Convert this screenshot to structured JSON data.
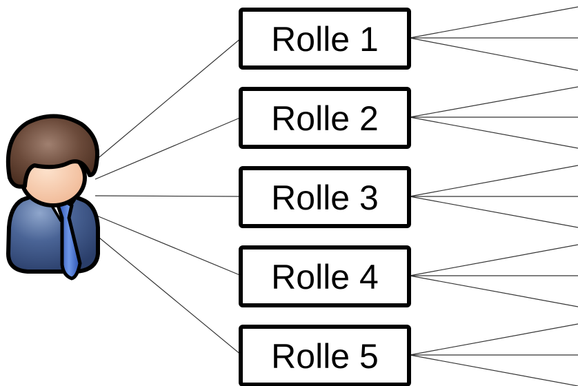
{
  "diagram": {
    "user": {
      "icon": "user-icon"
    },
    "roles": [
      {
        "label": "Rolle 1"
      },
      {
        "label": "Rolle 2"
      },
      {
        "label": "Rolle 3"
      },
      {
        "label": "Rolle 4"
      },
      {
        "label": "Rolle 5"
      }
    ]
  }
}
